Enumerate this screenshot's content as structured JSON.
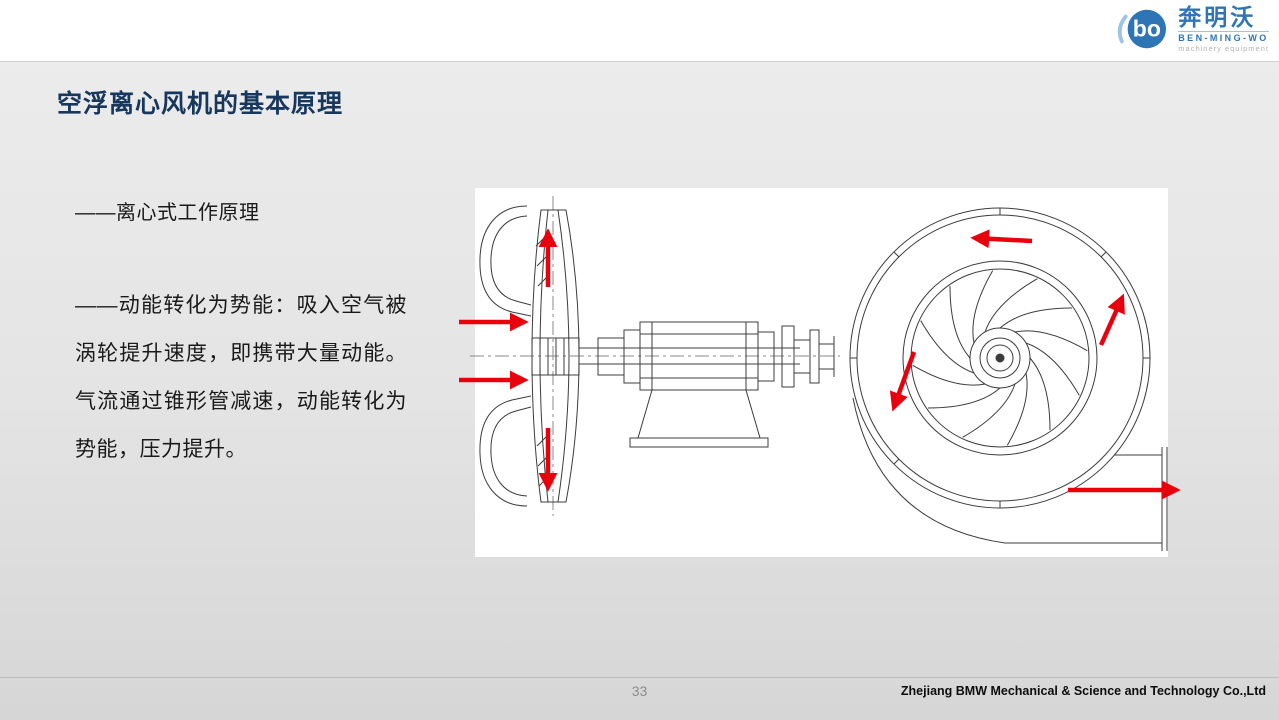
{
  "slide": {
    "title": "空浮离心风机的基本原理",
    "body": {
      "line1": "——离心式工作原理",
      "paragraph": "——动能转化为势能：吸入空气被涡轮提升速度，即携带大量动能。气流通过锥形管减速，动能转化为势能，压力提升。"
    },
    "page_number": "33",
    "footer_text": "Zhejiang BMW Mechanical & Science and Technology Co.,Ltd"
  },
  "logo": {
    "mark_text": "bo",
    "name_cn": "奔明沃",
    "name_en": "BEN-MING-WO",
    "tagline": "machinery equipment"
  },
  "figure": {
    "label": "centrifugal-blower-technical-drawing",
    "views": [
      "side-section-view",
      "front-volute-view"
    ],
    "arrow_meaning": "airflow direction"
  },
  "colors": {
    "title_navy": "#17375c",
    "logo_blue": "#2e75b6",
    "arrow_red": "#e8000d",
    "drawing_line": "#3c3c3c"
  }
}
